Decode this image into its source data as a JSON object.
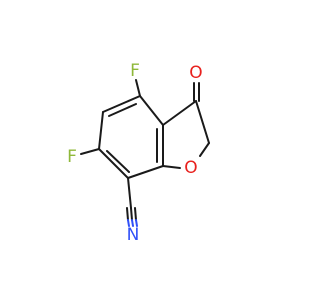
{
  "molecule": {
    "atoms": {
      "fluorine_top": {
        "symbol": "F",
        "color": "#8FB83A"
      },
      "fluorine_left": {
        "symbol": "F",
        "color": "#8FB83A"
      },
      "carbonyl_oxygen": {
        "symbol": "O",
        "color": "#E8211E"
      },
      "ring_oxygen": {
        "symbol": "O",
        "color": "#E8211E"
      },
      "nitrile_nitrogen": {
        "symbol": "N",
        "color": "#3050F8"
      }
    },
    "colors": {
      "bond": "#1a1a1a",
      "fluorine": "#8FB83A",
      "oxygen": "#E8211E",
      "nitrogen": "#3050F8"
    }
  }
}
